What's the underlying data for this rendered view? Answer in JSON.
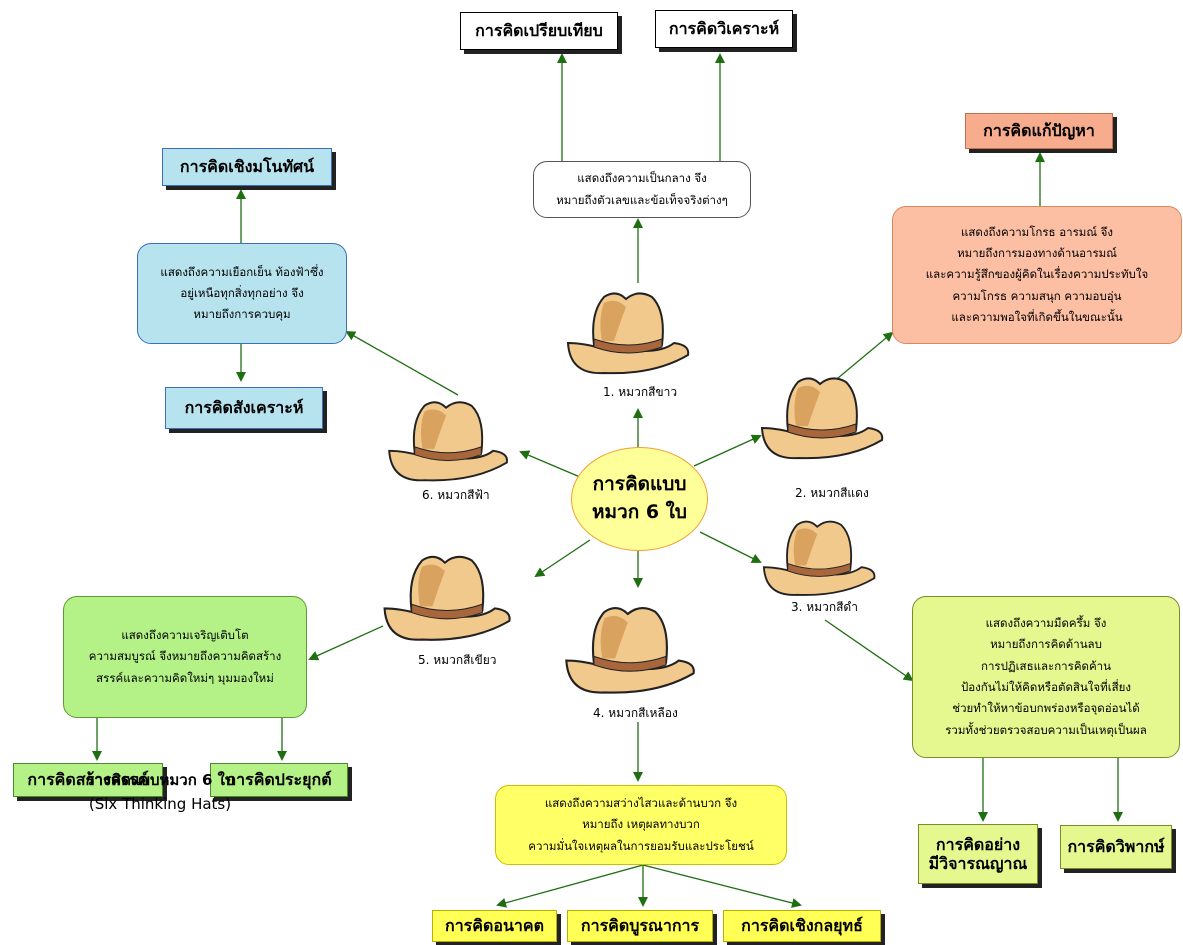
{
  "center": {
    "line1": "การคิดแบบ",
    "line2": "หมวก 6 ใบ"
  },
  "hats": [
    {
      "caption": "1. หมวกสีขาว"
    },
    {
      "caption": "2. หมวกสีแดง"
    },
    {
      "caption": "3. หมวกสีดำ"
    },
    {
      "caption": "4. หมวกสีเหลือง"
    },
    {
      "caption": "5. หมวกสีเขียว"
    },
    {
      "caption": "6. หมวกสีฟ้า"
    }
  ],
  "descriptions": {
    "white": [
      "แสดงถึงความเป็นกลาง จึง",
      "หมายถึงตัวเลขและข้อเท็จจริงต่างๆ"
    ],
    "red": [
      "แสดงถึงความโกรธ อารมณ์ จึง",
      "หมายถึงการมองทางด้านอารมณ์",
      "และความรู้สึกของผู้คิดในเรื่องความประทับใจ",
      "ความโกรธ ความสนุก ความอบอุ่น",
      "และความพอใจที่เกิดขึ้นในขณะนั้น"
    ],
    "black": [
      "แสดงถึงความมืดครึ้ม จึง",
      "หมายถึงการคิดด้านลบ",
      "การปฏิเสธและการคิดค้าน",
      "ป้องกันไม่ให้คิดหรือตัดสินใจที่เสี่ยง",
      "ช่วยทำให้หาข้อบกพร่องหรือจุดอ่อนได้",
      "รวมทั้งช่วยตรวจสอบความเป็นเหตุเป็นผล"
    ],
    "yellow": [
      "แสดงถึงความสว่างไสวและด้านบวก จึง",
      "หมายถึง เหตุผลทางบวก",
      "ความมั่นใจเหตุผลในการยอมรับและประโยชน์"
    ],
    "green": [
      "แสดงถึงความเจริญเติบโต",
      "ความสมบูรณ์ จึงหมายถึงความคิดสร้าง",
      "สรรค์และความคิดใหม่ๆ มุมมองใหม่"
    ],
    "blue": [
      "แสดงถึงความเยือกเย็น ท้องฟ้าซึ่ง",
      "อยู่เหนือทุกสิ่งทุกอย่าง จึง",
      "หมายถึงการควบคุม"
    ]
  },
  "thinking_types": {
    "compare": "การคิดเปรียบเทียบ",
    "analyze": "การคิดวิเคราะห์",
    "problem_solving": "การคิดแก้ปัญหา",
    "conceptual": "การคิดเชิงมโนทัศน์",
    "synthesis": "การคิดสังเคราะห์",
    "critical_judgment": "การคิดอย่าง\nมีวิจารณญาณ",
    "critique": "การคิดวิพากษ์",
    "future": "การคิดอนาคต",
    "integrative": "การคิดบูรณาการ",
    "strategic": "การคิดเชิงกลยุทธ์",
    "creative": "การคิดสร้างสรรค์",
    "applied": "การคิดประยุกต์"
  },
  "footer": {
    "title": "การคิดแบบหมวก 6 ใบ",
    "subtitle": "(Six Thinking Hats)"
  },
  "colors": {
    "arrow": "#1f6e12",
    "hat_fill": "#f2c98c",
    "hat_shade": "#d9a35f",
    "hat_band": "#a7663b",
    "hat_outline": "#222222"
  }
}
